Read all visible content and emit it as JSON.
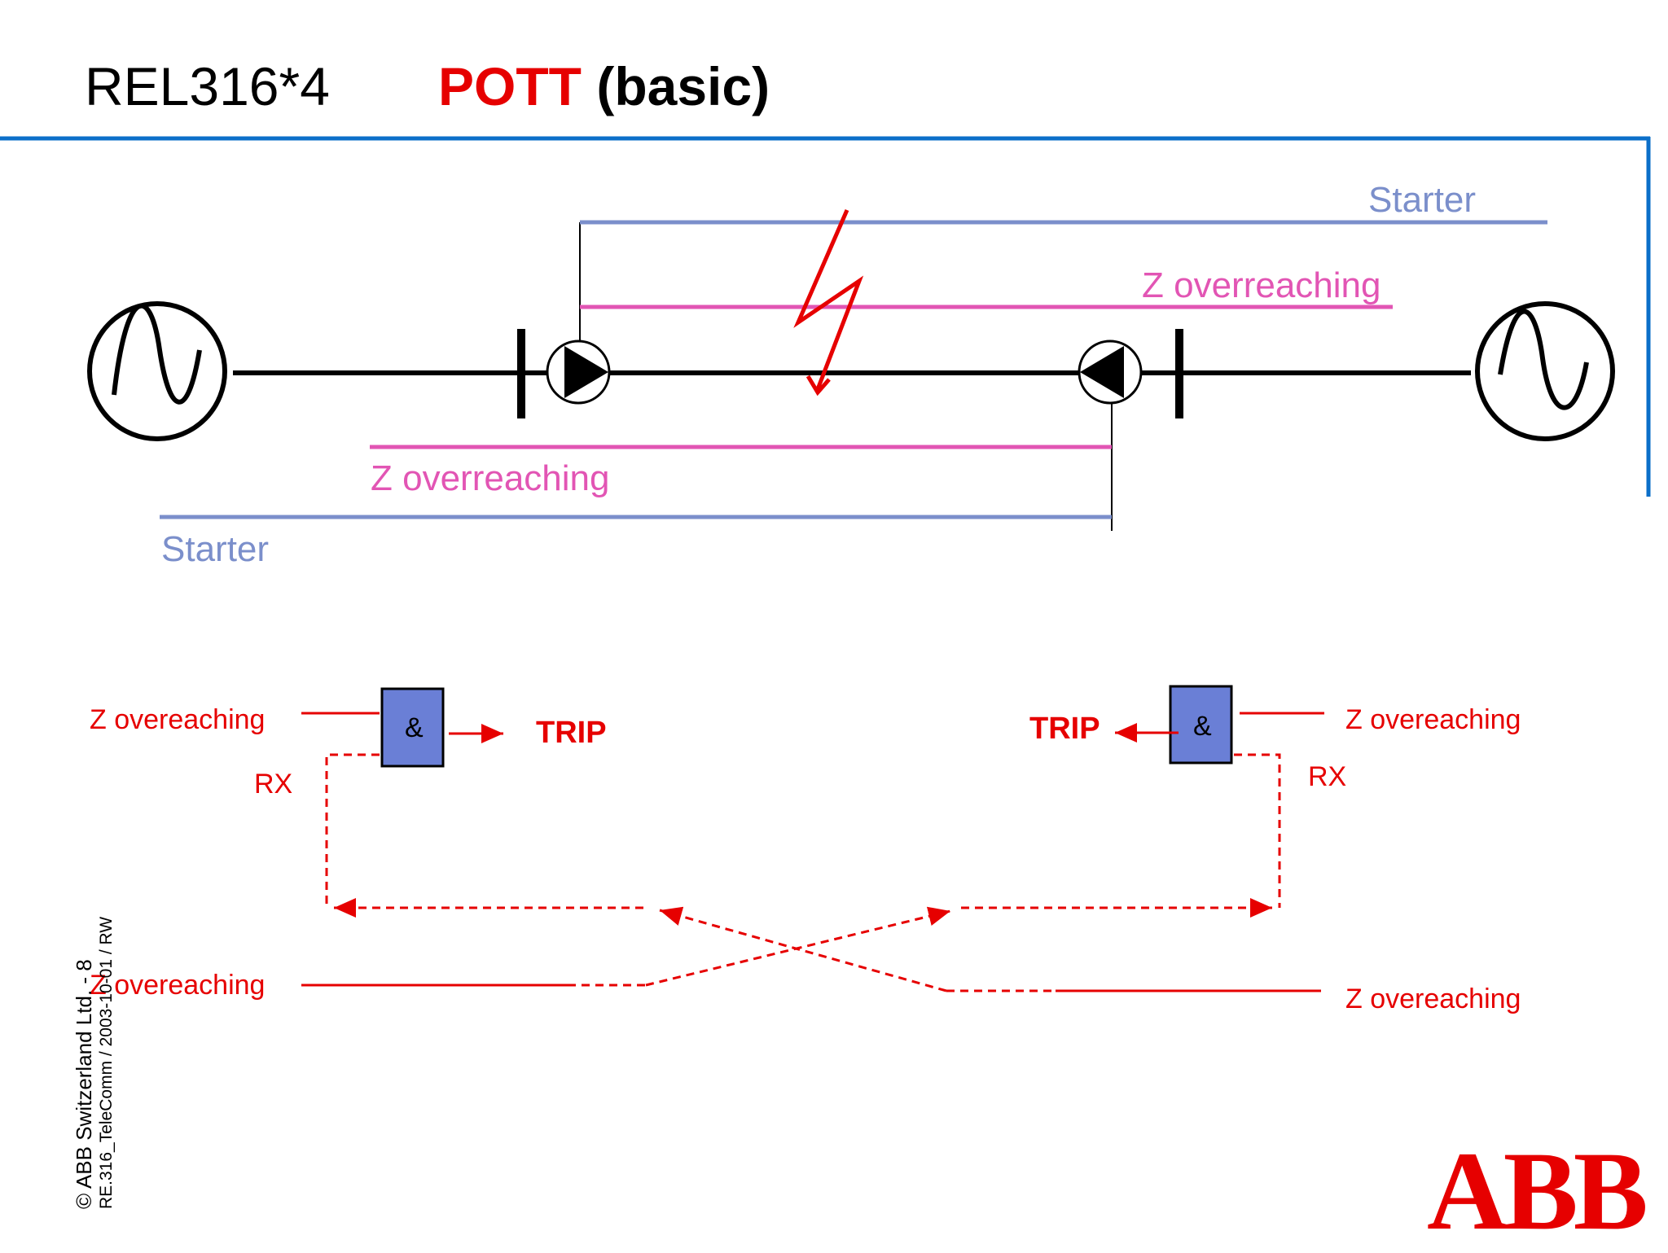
{
  "header": {
    "product": "REL316*4",
    "title_highlight": "POTT",
    "title_rest": " (basic)"
  },
  "line_diagram": {
    "starter_top_label": "Starter",
    "zover_top_label": "Z overreaching",
    "zover_bottom_label": "Z overreaching",
    "starter_bottom_label": "Starter"
  },
  "logic_diagram": {
    "left": {
      "input_label": "Z overeaching",
      "rx_label": "RX",
      "gate_symbol": "&",
      "output_label": "TRIP",
      "bottom_input_label": "Z overeaching"
    },
    "right": {
      "input_label": "Z overeaching",
      "rx_label": "RX",
      "gate_symbol": "&",
      "output_label": "TRIP",
      "bottom_input_label": "Z overeaching"
    }
  },
  "footer": {
    "copyright": "© ABB Switzerland Ltd. - 8",
    "doc_ref": "RE.316_TeleComm / 2003-10-01 / RW"
  },
  "logo_text": "ABB",
  "colors": {
    "accent_blue": "#0b6fc9",
    "starter_blue": "#7b8fcb",
    "zone_pink": "#e255b4",
    "signal_red": "#e60000",
    "gate_fill": "#6a7fd6"
  }
}
